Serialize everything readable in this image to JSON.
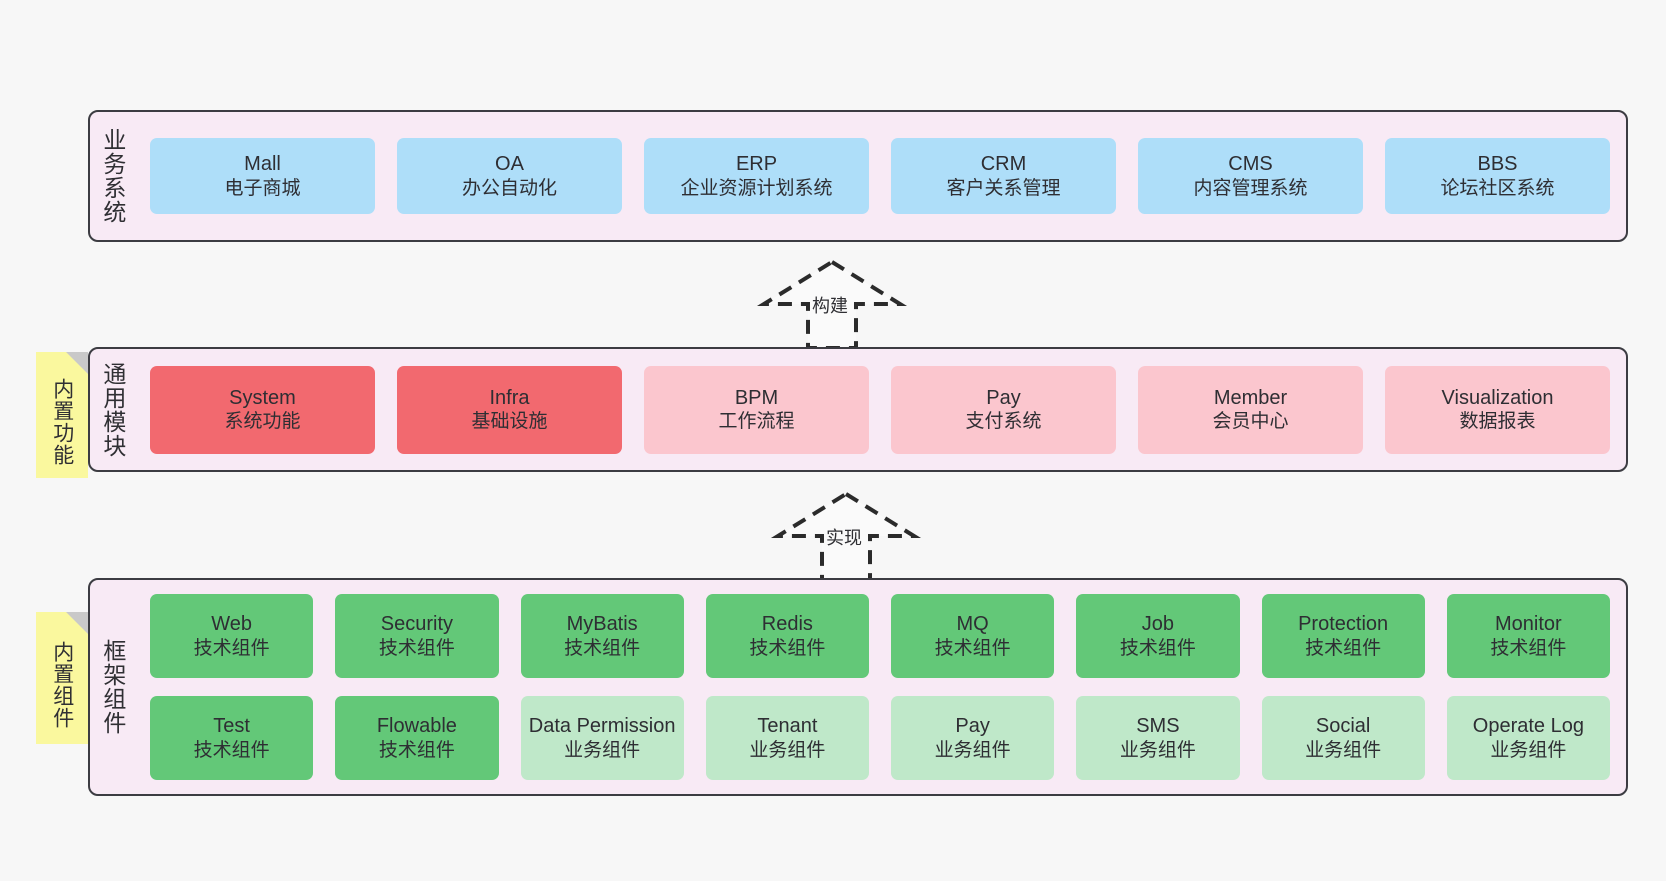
{
  "diagram": {
    "title": "",
    "background": "#F7F7F7",
    "colors": {
      "band_fill": "#F8EAF5",
      "band_border": "#3C3C42",
      "business": "#AEDEF9",
      "module_core": "#F2696F",
      "module_extra": "#FBC6CE",
      "component_tech": "#63C878",
      "component_biz": "#BFE8C9",
      "tag": "#FAF89E"
    }
  },
  "bands": [
    {
      "key": "business",
      "label": "业务系统",
      "rows": [
        {
          "cards": [
            {
              "name": "Mall",
              "sub": "电子商城",
              "style": "c-blue"
            },
            {
              "name": "OA",
              "sub": "办公自动化",
              "style": "c-blue"
            },
            {
              "name": "ERP",
              "sub": "企业资源计划系统",
              "style": "c-blue"
            },
            {
              "name": "CRM",
              "sub": "客户关系管理",
              "style": "c-blue"
            },
            {
              "name": "CMS",
              "sub": "内容管理系统",
              "style": "c-blue"
            },
            {
              "name": "BBS",
              "sub": "论坛社区系统",
              "style": "c-blue"
            }
          ]
        }
      ]
    },
    {
      "key": "modules",
      "label": "通用模块",
      "tag": "内置功能",
      "rows": [
        {
          "cards": [
            {
              "name": "System",
              "sub": "系统功能",
              "style": "c-red"
            },
            {
              "name": "Infra",
              "sub": "基础设施",
              "style": "c-red"
            },
            {
              "name": "BPM",
              "sub": "工作流程",
              "style": "c-pink"
            },
            {
              "name": "Pay",
              "sub": "支付系统",
              "style": "c-pink"
            },
            {
              "name": "Member",
              "sub": "会员中心",
              "style": "c-pink"
            },
            {
              "name": "Visualization",
              "sub": "数据报表",
              "style": "c-pink"
            }
          ]
        }
      ]
    },
    {
      "key": "framework",
      "label": "框架组件",
      "tag": "内置组件",
      "rows": [
        {
          "cards": [
            {
              "name": "Web",
              "sub": "技术组件",
              "style": "c-green"
            },
            {
              "name": "Security",
              "sub": "技术组件",
              "style": "c-green"
            },
            {
              "name": "MyBatis",
              "sub": "技术组件",
              "style": "c-green"
            },
            {
              "name": "Redis",
              "sub": "技术组件",
              "style": "c-green"
            },
            {
              "name": "MQ",
              "sub": "技术组件",
              "style": "c-green"
            },
            {
              "name": "Job",
              "sub": "技术组件",
              "style": "c-green"
            },
            {
              "name": "Protection",
              "sub": "技术组件",
              "style": "c-green"
            },
            {
              "name": "Monitor",
              "sub": "技术组件",
              "style": "c-green"
            }
          ]
        },
        {
          "cards": [
            {
              "name": "Test",
              "sub": "技术组件",
              "style": "c-green"
            },
            {
              "name": "Flowable",
              "sub": "技术组件",
              "style": "c-green"
            },
            {
              "name": "Data Permission",
              "sub": "业务组件",
              "style": "c-greenlight"
            },
            {
              "name": "Tenant",
              "sub": "业务组件",
              "style": "c-greenlight"
            },
            {
              "name": "Pay",
              "sub": "业务组件",
              "style": "c-greenlight"
            },
            {
              "name": "SMS",
              "sub": "业务组件",
              "style": "c-greenlight"
            },
            {
              "name": "Social",
              "sub": "业务组件",
              "style": "c-greenlight"
            },
            {
              "name": "Operate Log",
              "sub": "业务组件",
              "style": "c-greenlight"
            }
          ]
        }
      ]
    }
  ],
  "connectors": [
    {
      "key": "build",
      "label": "构建"
    },
    {
      "key": "implement",
      "label": "实现"
    }
  ]
}
